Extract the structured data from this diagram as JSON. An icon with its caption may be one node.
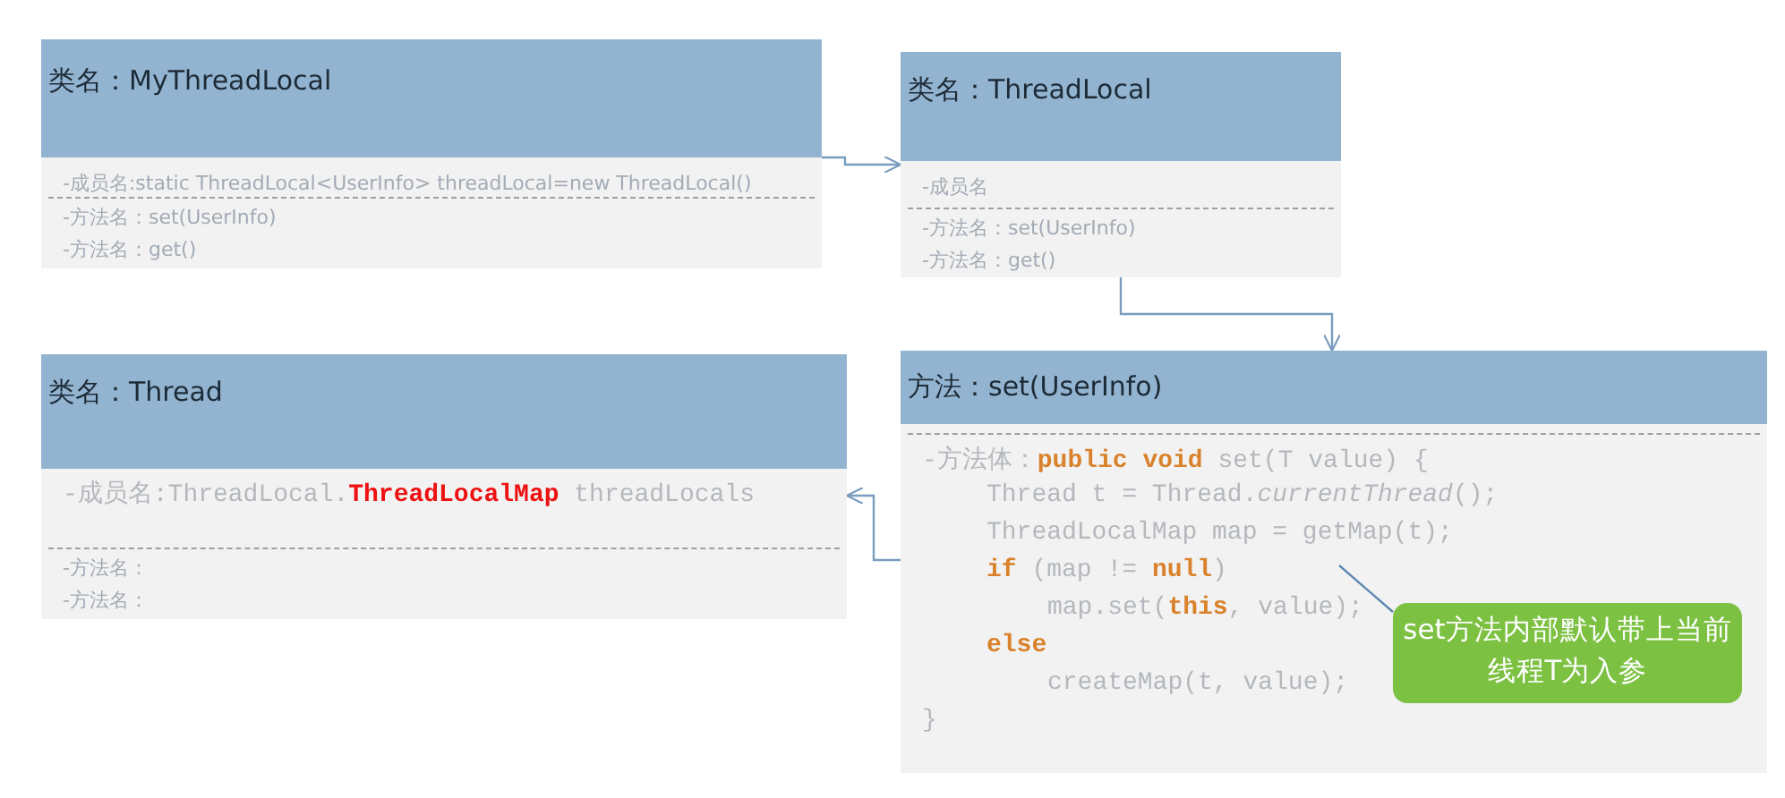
{
  "diagram": {
    "nodes": [
      {
        "text": [
          "类名：MyThreadLocal",
          "-成员名:static ThreadLocal<UserInfo> threadLocal=new ThreadLocal()",
          "-方法名：set(UserInfo)",
          "-方法名：get()"
        ]
      },
      {
        "text": [
          "类名：ThreadLocal",
          "-成员名",
          "-方法名：set(UserInfo)",
          "-方法名：get()"
        ]
      },
      {
        "text": [
          "类名：Thread",
          "-成员名:ThreadLocal.**ThreadLocalMap** threadLocals",
          "-方法名：",
          "-方法名："
        ]
      },
      {
        "text": [
          "方法：set(UserInfo)",
          "-方法体：**public void** set(T value) {",
          "Thread t = Thread.*currentThread*();",
          "ThreadLocalMap map = getMap(t);",
          "**if** (map != **null**)",
          "map.set(**this**, value);",
          "**else**",
          "createMap(t, value);",
          "}"
        ]
      },
      {
        "text": [
          "set方法内部默认带上当前线程T为入参"
        ],
        "in": 3
      }
    ],
    "edges": [
      {
        "from": 0,
        "to": 1,
        "arrow": "to"
      },
      {
        "from": 1,
        "to": 3,
        "arrow": "to"
      },
      {
        "from": 3,
        "to": 2,
        "arrow": "to"
      },
      {
        "from": 4,
        "to": null,
        "arrow": "none"
      }
    ]
  }
}
